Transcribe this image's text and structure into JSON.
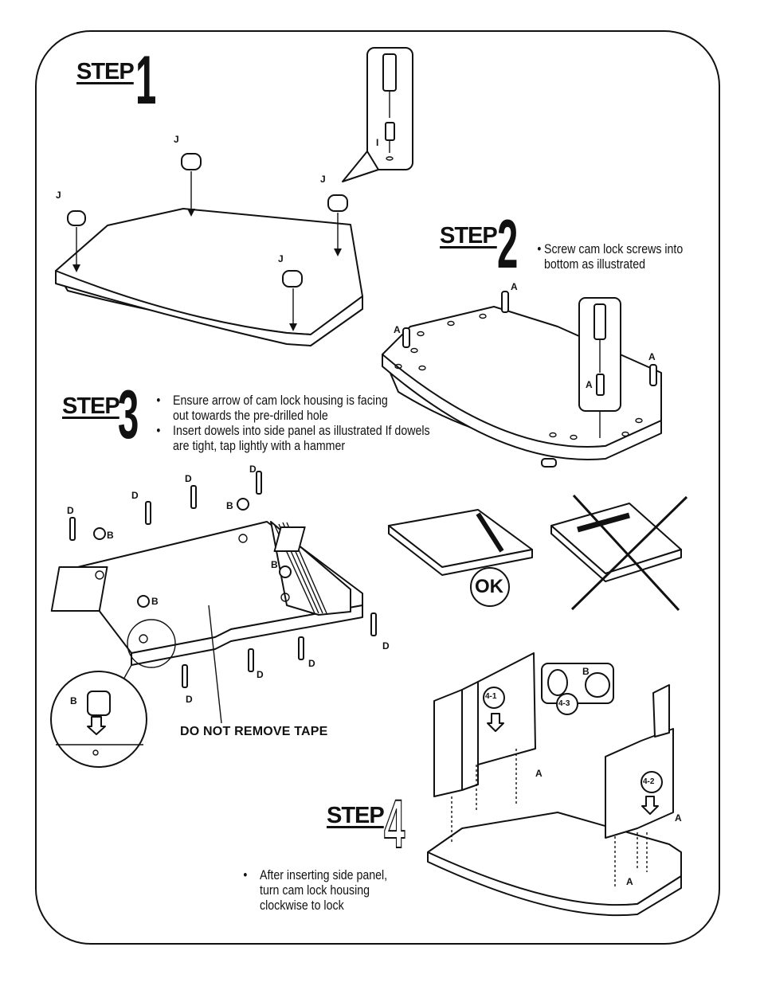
{
  "steps": {
    "s1": {
      "label": "STEP",
      "number": "1"
    },
    "s2": {
      "label": "STEP",
      "number": "2",
      "notes": [
        "Screw cam lock screws into bottom as illustrated"
      ]
    },
    "s3": {
      "label": "STEP",
      "number": "3",
      "notes": [
        "Ensure arrow of cam lock housing is facing out towards the pre-drilled hole",
        "Insert dowels into side panel as illustrated If dowels are tight, tap lightly with a hammer"
      ]
    },
    "s4": {
      "label": "STEP",
      "number": "4",
      "notes": [
        "After inserting side panel, turn cam lock housing clockwise to lock"
      ]
    }
  },
  "part_labels": {
    "J": "J",
    "I": "I",
    "A": "A",
    "B": "B",
    "D": "D"
  },
  "warning": "DO NOT REMOVE TAPE",
  "ok_badge": "OK",
  "substeps": [
    "4-1",
    "4-2",
    "4-3"
  ]
}
